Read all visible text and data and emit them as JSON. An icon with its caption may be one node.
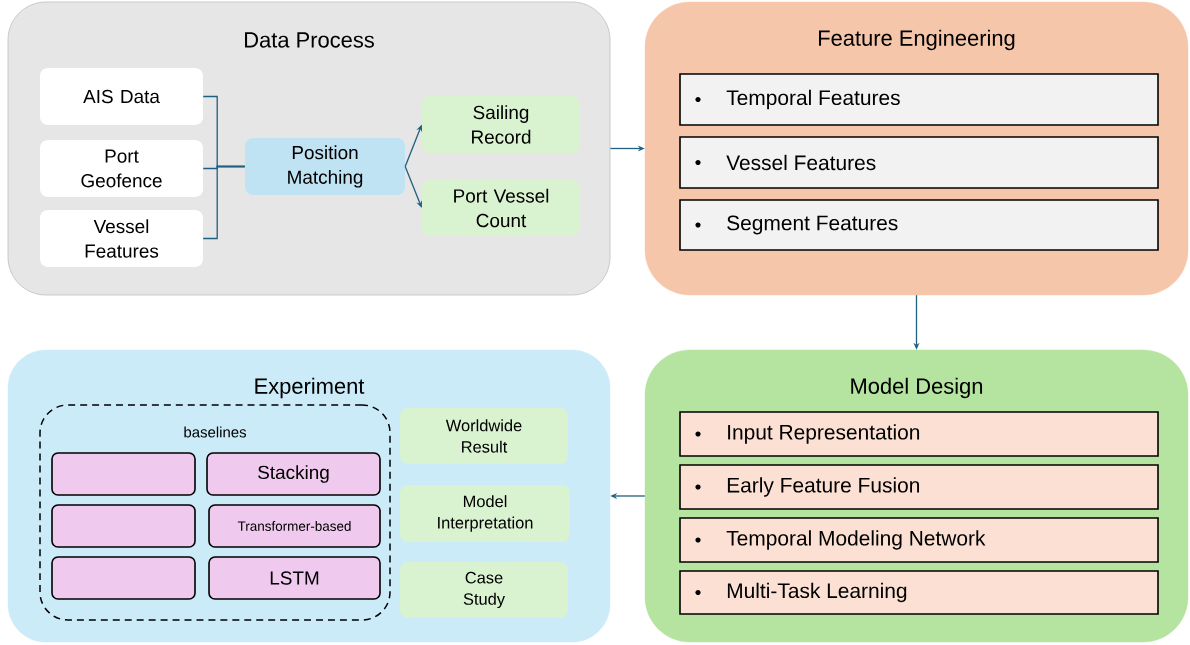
{
  "diagram": {
    "nodes": [
      {
        "text": [
          "Data Process"
        ]
      },
      {
        "text": [
          "AIS Data"
        ],
        "in": 0
      },
      {
        "text": [
          "Port Geofence"
        ],
        "in": 0
      },
      {
        "text": [
          "Vessel Features"
        ],
        "in": 0
      },
      {
        "text": [
          "Position Matching"
        ],
        "in": 0
      },
      {
        "text": [
          "Sailing Record"
        ],
        "in": 0
      },
      {
        "text": [
          "Port Vessel Count"
        ],
        "in": 0
      },
      {
        "text": [
          "Feature Engineering"
        ]
      },
      {
        "text": [
          "Temporal Features"
        ],
        "in": 7
      },
      {
        "text": [
          "Vessel Features"
        ],
        "in": 7
      },
      {
        "text": [
          "Segment Features"
        ],
        "in": 7
      },
      {
        "text": [
          "Model Design"
        ]
      },
      {
        "text": [
          "Input Representation"
        ],
        "in": 11
      },
      {
        "text": [
          "Early Feature Fusion"
        ],
        "in": 11
      },
      {
        "text": [
          "Temporal Modeling Network"
        ],
        "in": 11
      },
      {
        "text": [
          "Multi-Task Learning"
        ],
        "in": 11
      },
      {
        "text": [
          "Experiment"
        ]
      },
      {
        "text": [
          "baselines"
        ],
        "in": 16
      },
      {
        "text": [],
        "shape": "box",
        "in": 17
      },
      {
        "text": [
          "Stacking"
        ],
        "in": 17
      },
      {
        "text": [],
        "shape": "box",
        "in": 17
      },
      {
        "text": [
          "Transformer-based"
        ],
        "in": 17
      },
      {
        "text": [],
        "shape": "box",
        "in": 17
      },
      {
        "text": [
          "LSTM"
        ],
        "in": 17
      },
      {
        "text": [
          "Worldwide Result"
        ],
        "in": 16
      },
      {
        "text": [
          "Model Interpretation"
        ],
        "in": 16
      },
      {
        "text": [
          "Case Study"
        ],
        "in": 16
      }
    ],
    "edges": [
      {
        "from": 1,
        "to": 4,
        "arrow": "none"
      },
      {
        "from": 2,
        "to": 4,
        "arrow": "none"
      },
      {
        "from": 3,
        "to": 4,
        "arrow": "none"
      },
      {
        "from": 4,
        "to": 5,
        "arrow": "to"
      },
      {
        "from": 4,
        "to": 6,
        "arrow": "to"
      },
      {
        "from": 0,
        "to": 7,
        "arrow": "to"
      },
      {
        "from": 7,
        "to": 11,
        "arrow": "to"
      },
      {
        "from": 11,
        "to": 16,
        "arrow": "to"
      }
    ]
  }
}
